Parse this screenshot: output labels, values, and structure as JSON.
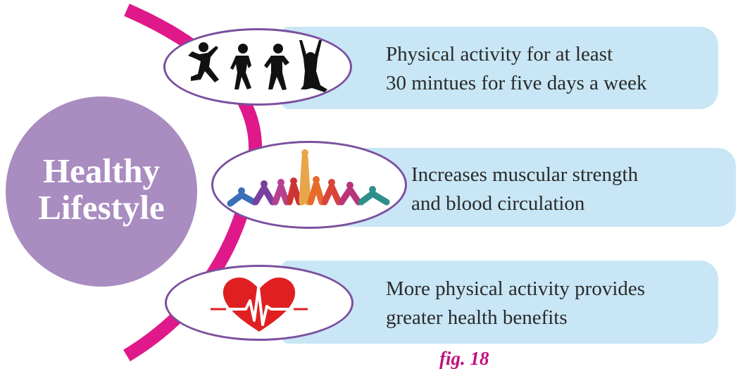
{
  "title": {
    "line1": "Healthy",
    "line2": "Lifestyle"
  },
  "items": [
    {
      "line1": "Physical activity for at least",
      "line2": "30 mintues for five days a week",
      "icon": "exercising-people-icon"
    },
    {
      "line1": "Increases muscular strength",
      "line2": "and blood circulation",
      "icon": "yoga-poses-icon"
    },
    {
      "line1": "More physical activity provides",
      "line2": "greater health benefits",
      "icon": "heartbeat-icon"
    }
  ],
  "caption": "fig. 18",
  "colors": {
    "hub": "#a98cc0",
    "connector": "#e0198a",
    "panel": "#c8e6f5",
    "ellipse_border": "#7b4f9e",
    "caption": "#c0127a",
    "heart": "#e02020"
  }
}
